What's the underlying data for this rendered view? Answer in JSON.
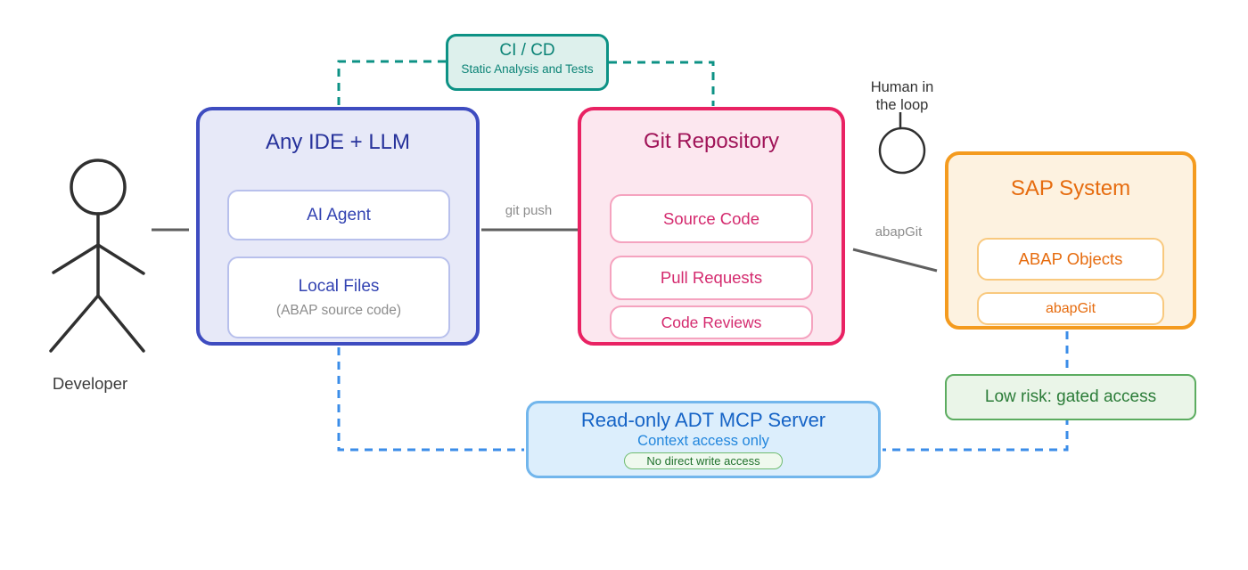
{
  "colors": {
    "ide_border": "#3e4cc0",
    "ide_fill": "#e7e9f8",
    "ide_title": "#27329b",
    "ide_item_border": "#b8c0ec",
    "ide_item_text": "#3343b2",
    "muted_text": "#8c8c8c",
    "git_border": "#e92263",
    "git_fill": "#fce7ef",
    "git_title": "#a01458",
    "git_item_border": "#f5a3bf",
    "git_item_text": "#d42a6e",
    "sap_border": "#f49b1f",
    "sap_fill": "#fdf2e0",
    "sap_title": "#e66c0f",
    "sap_item_border": "#f9c97e",
    "teal": "#0d9285",
    "teal_fill": "#ddf0ec",
    "teal_text": "#0b8376",
    "mcp_border": "#72b6ec",
    "mcp_fill": "#dceefc",
    "mcp_title": "#1563c6",
    "mcp_subtitle": "#2286dd",
    "green_border": "#5cac60",
    "green_fill": "#eaf5e8",
    "green_text": "#2b7c38",
    "badge_border": "#6fbc70",
    "badge_fill": "#eff9ee",
    "badge_text": "#20712c",
    "blue_dash": "#3b8de8",
    "gray_line": "#5f5f5f",
    "figure": "#303030"
  },
  "developer": {
    "label": "Developer"
  },
  "cicd": {
    "title": "CI / CD",
    "subtitle": "Static Analysis and Tests"
  },
  "ide": {
    "title": "Any IDE + LLM",
    "items": [
      {
        "label": "AI Agent"
      },
      {
        "label": "Local Files",
        "sublabel": "(ABAP source code)"
      }
    ]
  },
  "git": {
    "title": "Git Repository",
    "items": [
      "Source Code",
      "Pull Requests",
      "Code Reviews"
    ]
  },
  "human": {
    "line1": "Human in",
    "line2": "the loop"
  },
  "sap": {
    "title": "SAP System",
    "items": [
      "ABAP Objects",
      "abapGit"
    ]
  },
  "risk": {
    "label": "Low risk: gated access"
  },
  "mcp": {
    "title": "Read-only ADT MCP Server",
    "subtitle": "Context access only",
    "badge": "No direct write access"
  },
  "connections": {
    "git_push": "git push",
    "abapgit": "abapGit"
  }
}
